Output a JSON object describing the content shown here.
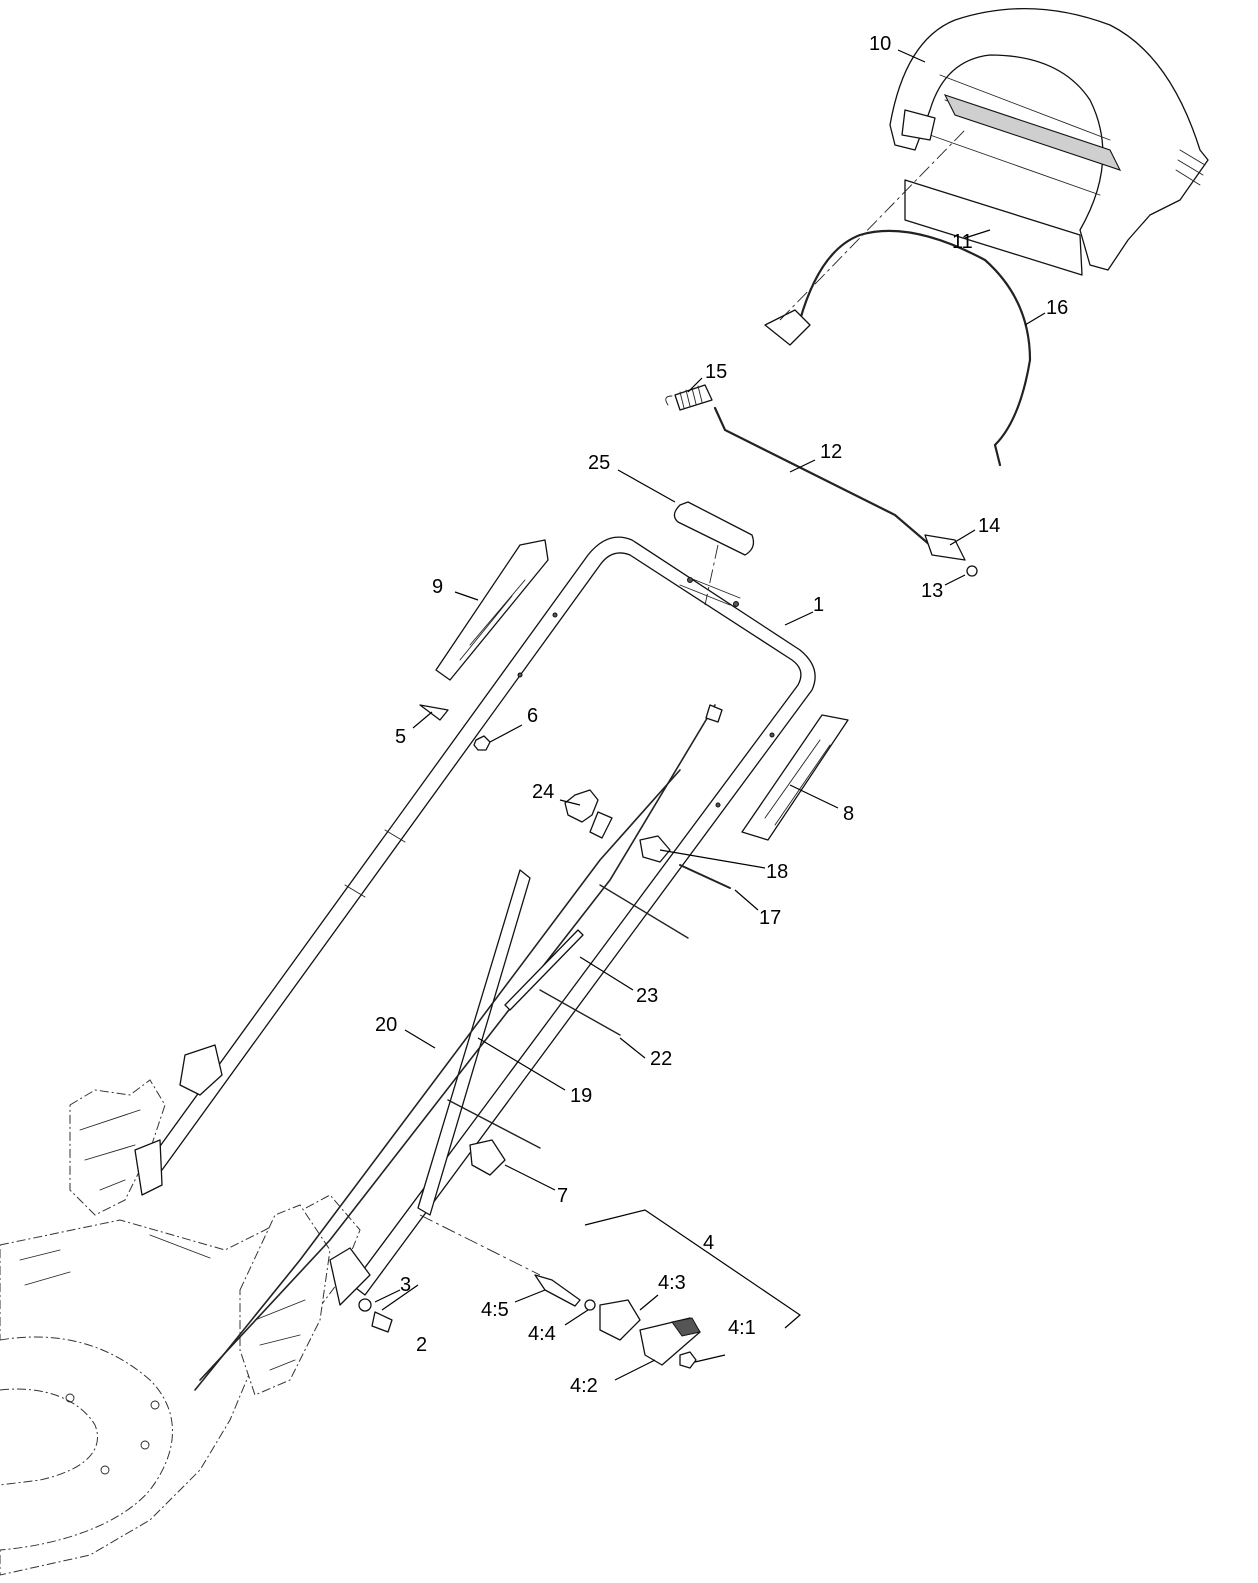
{
  "callouts": [
    {
      "id": "c1",
      "text": "1"
    },
    {
      "id": "c2",
      "text": "2"
    },
    {
      "id": "c3",
      "text": "3"
    },
    {
      "id": "c4",
      "text": "4"
    },
    {
      "id": "c4_1",
      "text": "4:1"
    },
    {
      "id": "c4_2",
      "text": "4:2"
    },
    {
      "id": "c4_3",
      "text": "4:3"
    },
    {
      "id": "c4_4",
      "text": "4:4"
    },
    {
      "id": "c4_5",
      "text": "4:5"
    },
    {
      "id": "c5",
      "text": "5"
    },
    {
      "id": "c6",
      "text": "6"
    },
    {
      "id": "c7",
      "text": "7"
    },
    {
      "id": "c8",
      "text": "8"
    },
    {
      "id": "c9",
      "text": "9"
    },
    {
      "id": "c10",
      "text": "10"
    },
    {
      "id": "c11",
      "text": "11"
    },
    {
      "id": "c12",
      "text": "12"
    },
    {
      "id": "c13",
      "text": "13"
    },
    {
      "id": "c14",
      "text": "14"
    },
    {
      "id": "c15",
      "text": "15"
    },
    {
      "id": "c16",
      "text": "16"
    },
    {
      "id": "c17",
      "text": "17"
    },
    {
      "id": "c18",
      "text": "18"
    },
    {
      "id": "c19",
      "text": "19"
    },
    {
      "id": "c20",
      "text": "20"
    },
    {
      "id": "c22",
      "text": "22"
    },
    {
      "id": "c23",
      "text": "23"
    },
    {
      "id": "c24",
      "text": "24"
    },
    {
      "id": "c25",
      "text": "25"
    }
  ]
}
